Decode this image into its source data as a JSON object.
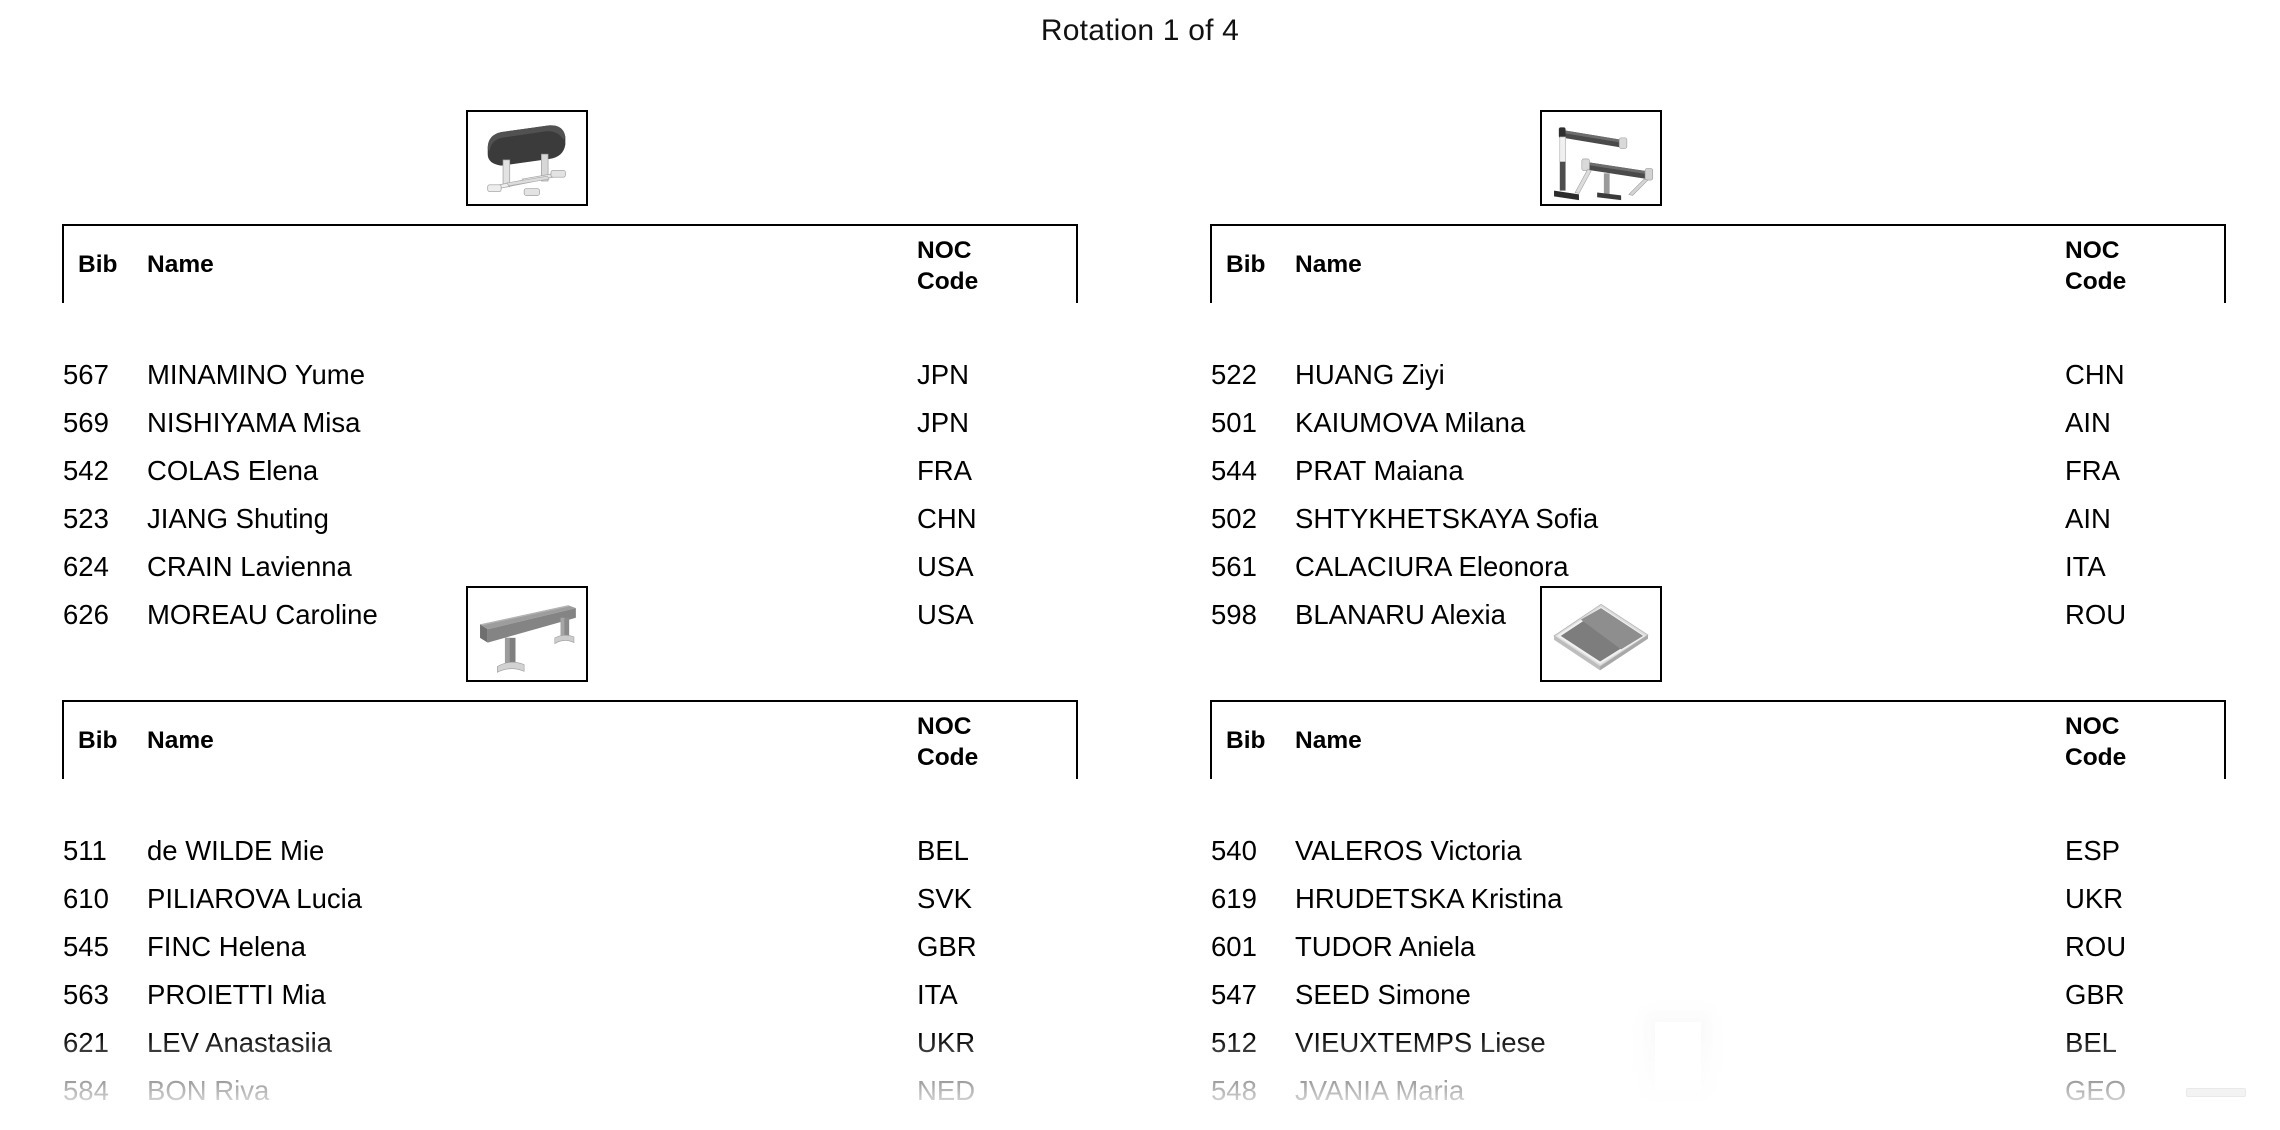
{
  "page": {
    "title": "Rotation 1 of 4",
    "background_color": "#ffffff",
    "text_color": "#000000"
  },
  "columns": {
    "bib": "Bib",
    "name": "Name",
    "noc_line1": "NOC",
    "noc_line2": "Code"
  },
  "panels": [
    {
      "id": "vault",
      "apparatus_icon": "vault-table-icon",
      "position": "top-left",
      "rows": [
        {
          "bib": "567",
          "name": "MINAMINO Yume",
          "noc": "JPN"
        },
        {
          "bib": "569",
          "name": "NISHIYAMA Misa",
          "noc": "JPN"
        },
        {
          "bib": "542",
          "name": "COLAS Elena",
          "noc": "FRA"
        },
        {
          "bib": "523",
          "name": "JIANG Shuting",
          "noc": "CHN"
        },
        {
          "bib": "624",
          "name": "CRAIN Lavienna",
          "noc": "USA"
        },
        {
          "bib": "626",
          "name": "MOREAU Caroline",
          "noc": "USA"
        }
      ]
    },
    {
      "id": "uneven-bars",
      "apparatus_icon": "uneven-bars-icon",
      "position": "top-right",
      "rows": [
        {
          "bib": "522",
          "name": "HUANG Ziyi",
          "noc": "CHN"
        },
        {
          "bib": "501",
          "name": "KAIUMOVA Milana",
          "noc": "AIN"
        },
        {
          "bib": "544",
          "name": "PRAT Maiana",
          "noc": "FRA"
        },
        {
          "bib": "502",
          "name": "SHTYKHETSKAYA Sofia",
          "noc": "AIN"
        },
        {
          "bib": "561",
          "name": "CALACIURA Eleonora",
          "noc": "ITA"
        },
        {
          "bib": "598",
          "name": "BLANARU Alexia",
          "noc": "ROU"
        }
      ]
    },
    {
      "id": "balance-beam",
      "apparatus_icon": "balance-beam-icon",
      "position": "bottom-left",
      "rows": [
        {
          "bib": "511",
          "name": "de WILDE Mie",
          "noc": "BEL"
        },
        {
          "bib": "610",
          "name": "PILIAROVA Lucia",
          "noc": "SVK"
        },
        {
          "bib": "545",
          "name": "FINC Helena",
          "noc": "GBR"
        },
        {
          "bib": "563",
          "name": "PROIETTI Mia",
          "noc": "ITA"
        },
        {
          "bib": "621",
          "name": "LEV Anastasiia",
          "noc": "UKR"
        },
        {
          "bib": "584",
          "name": "BON Riva",
          "noc": "NED"
        }
      ]
    },
    {
      "id": "floor-exercise",
      "apparatus_icon": "floor-exercise-icon",
      "position": "bottom-right",
      "rows": [
        {
          "bib": "540",
          "name": "VALEROS Victoria",
          "noc": "ESP"
        },
        {
          "bib": "619",
          "name": "HRUDETSKA Kristina",
          "noc": "UKR"
        },
        {
          "bib": "601",
          "name": "TUDOR Aniela",
          "noc": "ROU"
        },
        {
          "bib": "547",
          "name": "SEED Simone",
          "noc": "GBR"
        },
        {
          "bib": "512",
          "name": "VIEUXTEMPS Liese",
          "noc": "BEL"
        },
        {
          "bib": "548",
          "name": "JVANIA Maria",
          "noc": "GEO"
        }
      ]
    }
  ]
}
